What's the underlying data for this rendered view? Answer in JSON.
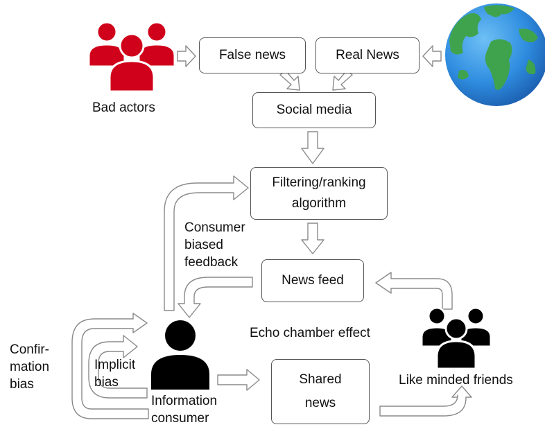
{
  "nodes": {
    "false_news": "False news",
    "real_news": "Real News",
    "social_media": "Social media",
    "filtering": "Filtering/ranking\nalgorithm",
    "news_feed": "News feed",
    "shared_news": "Shared\nnews"
  },
  "labels": {
    "bad_actors": "Bad actors",
    "consumer_feedback": "Consumer\nbiased\nfeedback",
    "echo_chamber": "Echo chamber effect",
    "like_minded": "Like minded friends",
    "information_consumer": "Information\nconsumer",
    "implicit_bias": "Implicit\nbias",
    "confirmation_bias": "Confir-\nmation\nbias"
  },
  "icons": {
    "bad_actors": "group-of-people-icon",
    "world": "globe-icon",
    "consumer": "person-icon",
    "friends": "group-of-people-icon"
  },
  "colors": {
    "bad_actors": "#d0021b",
    "people": "#000000",
    "ocean": "#2f8de0",
    "land": "#3fa34d",
    "arrow_stroke": "#8a8a8a",
    "box_border": "#555555"
  }
}
